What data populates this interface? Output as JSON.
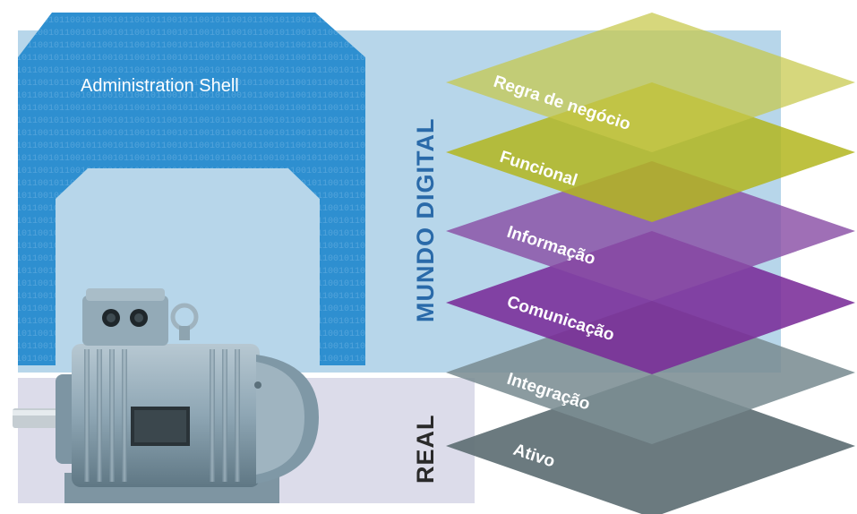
{
  "shell": {
    "title": "Administration Shell",
    "binary_text": "101001011010011010101101001011011010100110101011010010110110101001101010110100101101"
  },
  "zones": {
    "digital": "MUNDO DIGITAL",
    "real": "REAL"
  },
  "layers": [
    {
      "label": "Regra de negócio",
      "color": "#c6c84a"
    },
    {
      "label": "Funcional",
      "color": "#b3b61e"
    },
    {
      "label": "Informação",
      "color": "#8a4fa6"
    },
    {
      "label": "Comunicação",
      "color": "#7a2c98"
    },
    {
      "label": "Integração",
      "color": "#7b8d93"
    },
    {
      "label": "Ativo",
      "color": "#5e6f74"
    }
  ],
  "colors": {
    "shell_blue": "#2e8fd0",
    "digital_bg": "#b7d6ea",
    "real_bg": "#dcdcea",
    "digital_text": "#2a6aa9",
    "real_text": "#2a2a2a",
    "motor": "#8aa2b0"
  },
  "icons": {
    "motor": "electric-motor-icon"
  }
}
